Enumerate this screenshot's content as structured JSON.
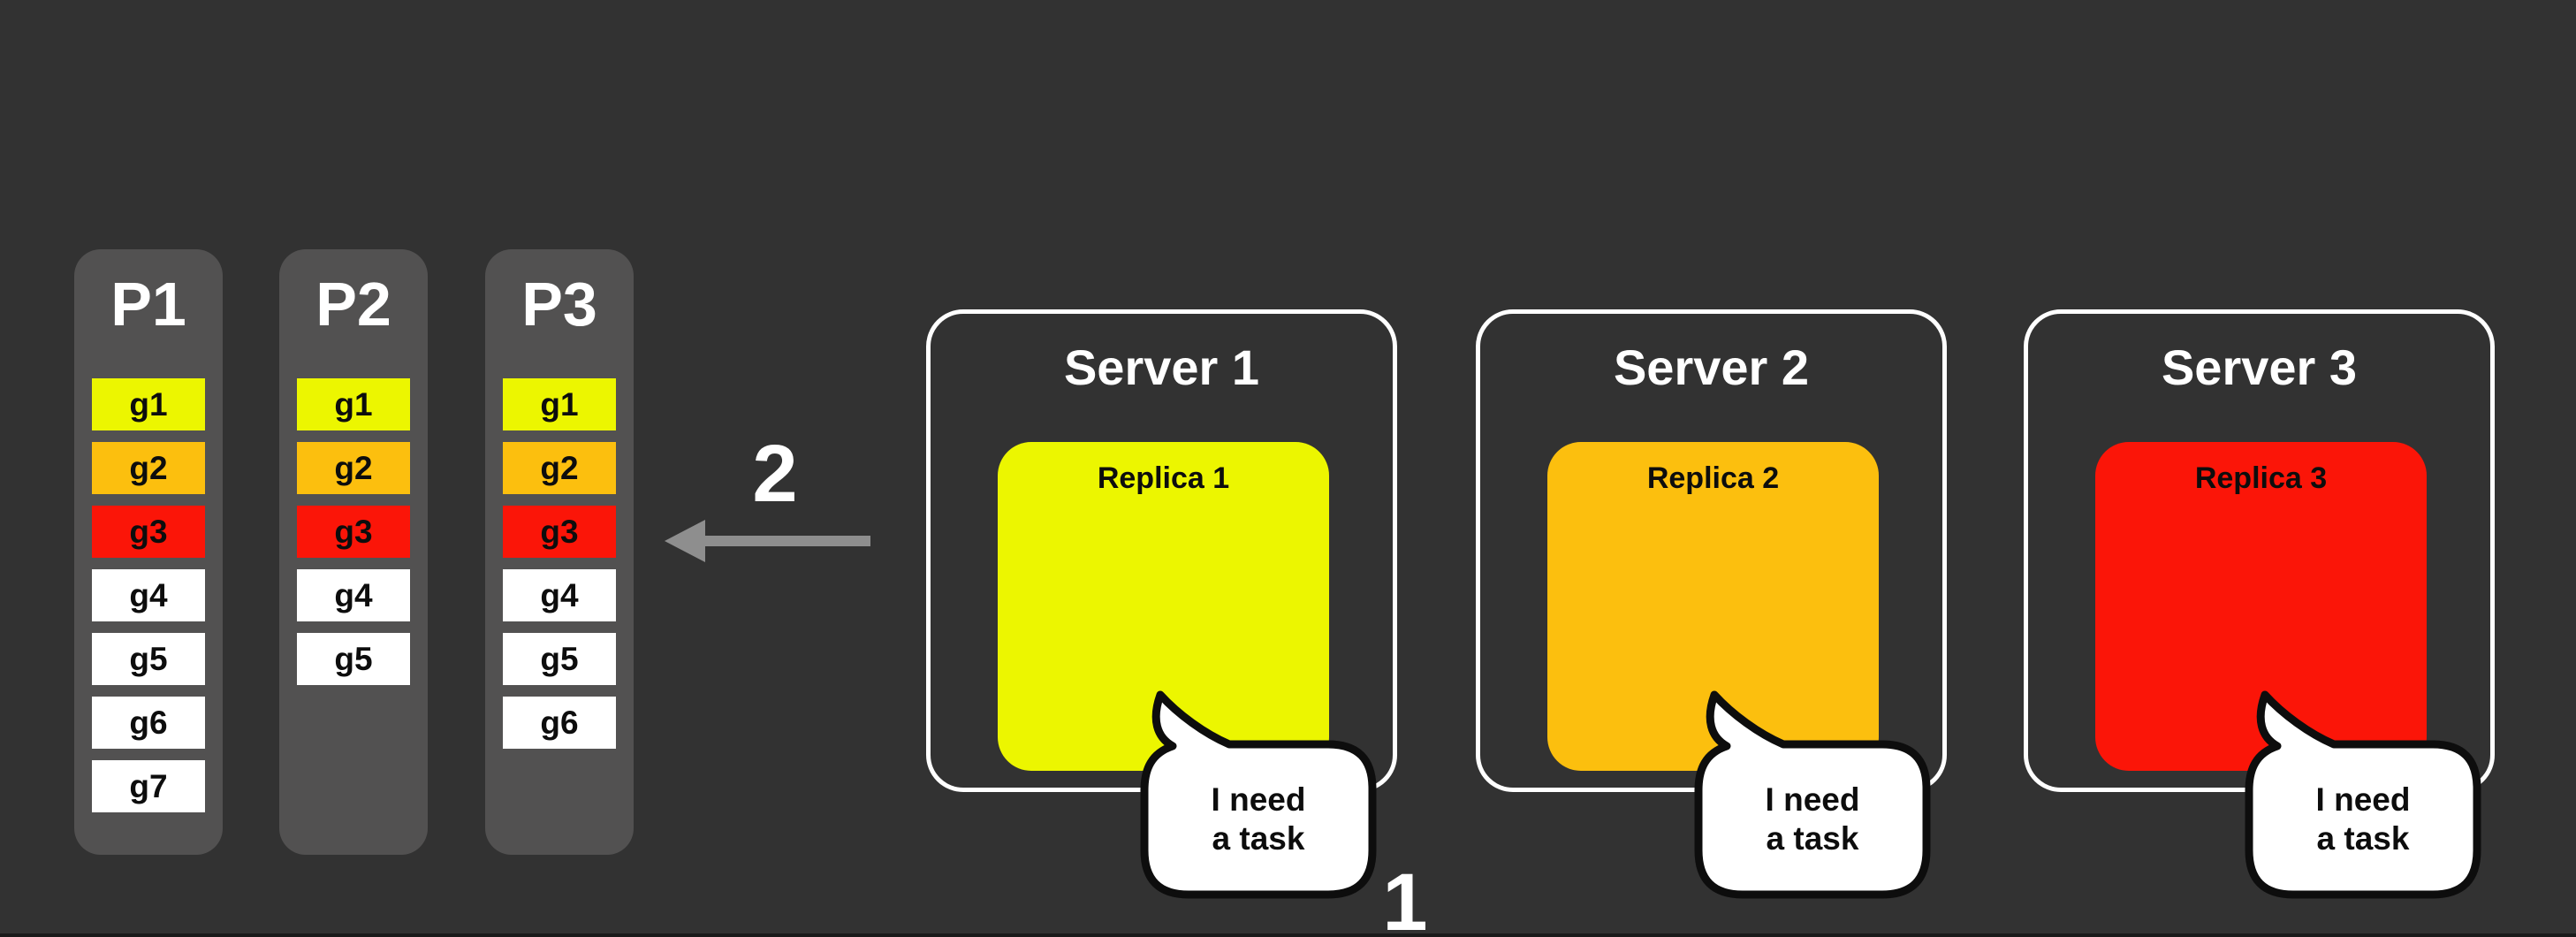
{
  "canvas": {
    "bg": "#323232"
  },
  "palette": {
    "yellow": "#ECF600",
    "orange": "#FCBF0E",
    "red": "#FB1508",
    "white_cell": "#FFFFFF",
    "column_bg": "#525151",
    "arrow_gray": "#8E8E8E",
    "outline_black": "#0D0D0D",
    "server_border": "#FFFFFF"
  },
  "partitions": {
    "columns": [
      {
        "label": "P1",
        "cells": [
          {
            "label": "g1",
            "color": "#ECF600"
          },
          {
            "label": "g2",
            "color": "#FCBF0E"
          },
          {
            "label": "g3",
            "color": "#FB1508"
          },
          {
            "label": "g4",
            "color": "#FFFFFF"
          },
          {
            "label": "g5",
            "color": "#FFFFFF"
          },
          {
            "label": "g6",
            "color": "#FFFFFF"
          },
          {
            "label": "g7",
            "color": "#FFFFFF"
          }
        ]
      },
      {
        "label": "P2",
        "cells": [
          {
            "label": "g1",
            "color": "#ECF600"
          },
          {
            "label": "g2",
            "color": "#FCBF0E"
          },
          {
            "label": "g3",
            "color": "#FB1508"
          },
          {
            "label": "g4",
            "color": "#FFFFFF"
          },
          {
            "label": "g5",
            "color": "#FFFFFF"
          }
        ]
      },
      {
        "label": "P3",
        "cells": [
          {
            "label": "g1",
            "color": "#ECF600"
          },
          {
            "label": "g2",
            "color": "#FCBF0E"
          },
          {
            "label": "g3",
            "color": "#FB1508"
          },
          {
            "label": "g4",
            "color": "#FFFFFF"
          },
          {
            "label": "g5",
            "color": "#FFFFFF"
          },
          {
            "label": "g6",
            "color": "#FFFFFF"
          }
        ]
      }
    ]
  },
  "flow": {
    "step2_label": "2",
    "step1_label": "1"
  },
  "servers": [
    {
      "title": "Server 1",
      "replica_label": "Replica 1",
      "replica_color": "#ECF600",
      "bubble_text": "I need\na task"
    },
    {
      "title": "Server 2",
      "replica_label": "Replica 2",
      "replica_color": "#FCBF0E",
      "bubble_text": "I need\na task"
    },
    {
      "title": "Server 3",
      "replica_label": "Replica 3",
      "replica_color": "#FB1508",
      "bubble_text": "I need\na task"
    }
  ]
}
